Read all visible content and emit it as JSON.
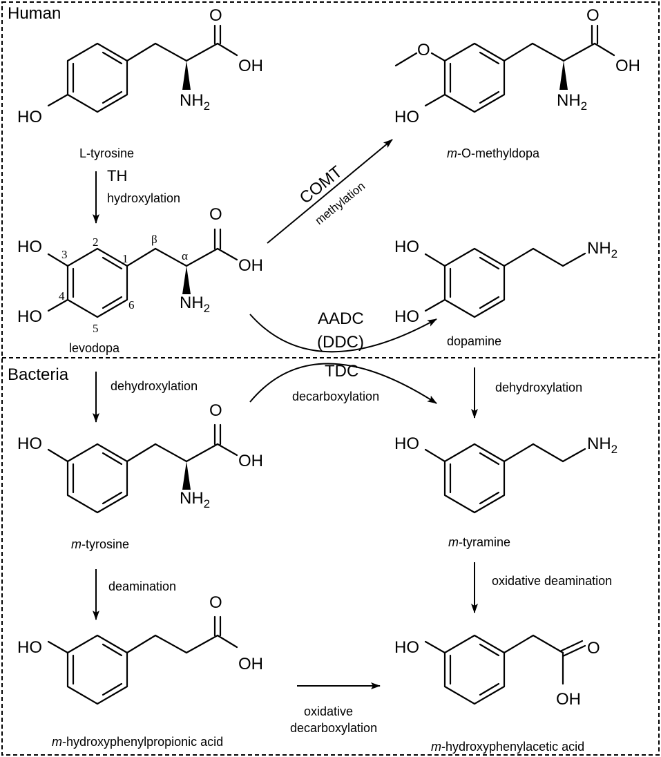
{
  "sections": {
    "human": "Human",
    "bacteria": "Bacteria"
  },
  "compounds": {
    "l_tyrosine": "L-tyrosine",
    "levodopa": "levodopa",
    "m_o_methyldopa_italic": "m",
    "m_o_methyldopa_rest": "-O-methyldopa",
    "dopamine": "dopamine",
    "m_tyrosine_italic": "m",
    "m_tyrosine_rest": "-tyrosine",
    "m_tyramine_italic": "m",
    "m_tyramine_rest": "-tyramine",
    "m_hppa_italic": "m",
    "m_hppa_rest": "-hydroxyphenylpropionic acid",
    "m_hpaa_italic": "m",
    "m_hpaa_rest": "-hydroxyphenylacetic acid"
  },
  "atoms": {
    "O": "O",
    "OH": "OH",
    "HO": "HO",
    "NH": "NH",
    "sub2": "2"
  },
  "numbering": {
    "n1": "1",
    "n2": "2",
    "n3": "3",
    "n4": "4",
    "n5": "5",
    "n6": "6",
    "beta": "β",
    "alpha": "α"
  },
  "reactions": {
    "th_enzyme": "TH",
    "hydroxylation": "hydroxylation",
    "comt_enzyme": "COMT",
    "methylation": "methylation",
    "aadc_enzyme": "AADC",
    "ddc_enzyme": "(DDC)",
    "tdc_enzyme": "TDC",
    "decarboxylation": "decarboxylation",
    "dehydroxylation_left": "dehydroxylation",
    "dehydroxylation_right": "dehydroxylation",
    "deamination": "deamination",
    "oxidative_deamination": "oxidative deamination",
    "oxidative_decarboxylation_1": "oxidative",
    "oxidative_decarboxylation_2": "decarboxylation"
  }
}
